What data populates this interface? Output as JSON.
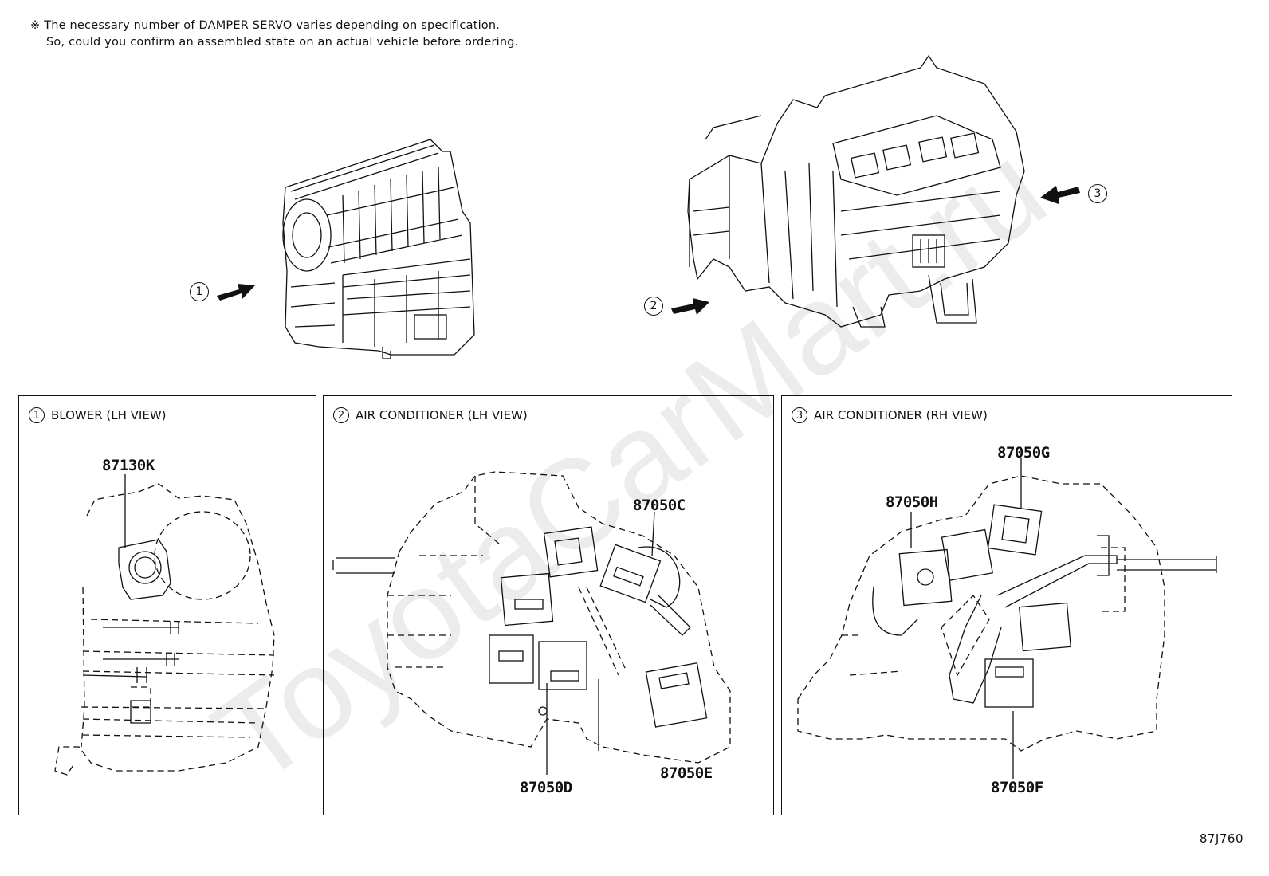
{
  "note": {
    "line1": "※ The necessary number of DAMPER SERVO varies depending on specification.",
    "line2": "So, could you confirm an assembled state on an actual vehicle before ordering."
  },
  "watermark": "ToyotaCarMart.ru",
  "overview": {
    "callouts": [
      {
        "number": "1"
      },
      {
        "number": "2"
      },
      {
        "number": "3"
      }
    ]
  },
  "panels": [
    {
      "number": "1",
      "title": "BLOWER (LH VIEW)",
      "parts": [
        "87130K"
      ]
    },
    {
      "number": "2",
      "title": "AIR CONDITIONER (LH VIEW)",
      "parts": [
        "87050C",
        "87050D",
        "87050E"
      ]
    },
    {
      "number": "3",
      "title": "AIR CONDITIONER (RH VIEW)",
      "parts": [
        "87050G",
        "87050H",
        "87050F"
      ]
    }
  ],
  "doc_id": "87J760"
}
